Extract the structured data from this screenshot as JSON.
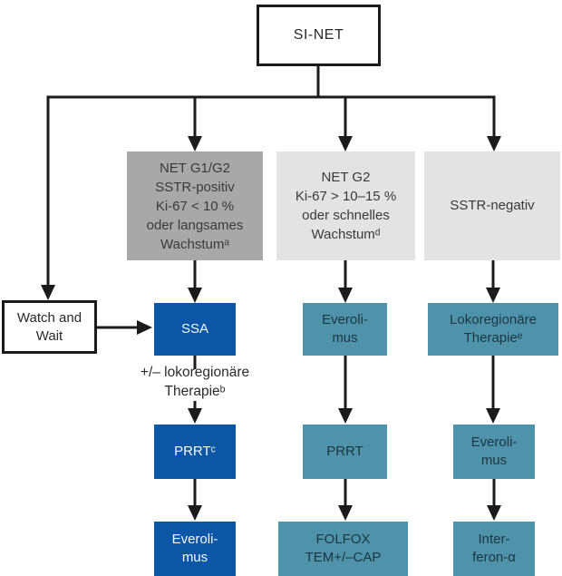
{
  "colors": {
    "blue": "#0b57a6",
    "teal": "#4e93a9",
    "gray_dark": "#a8a8a8",
    "gray_light": "#e3e3e3",
    "line": "#1b1b1b"
  },
  "root": {
    "label": "SI-NET"
  },
  "branches": {
    "watch_and_wait": {
      "label": "Watch and\nWait"
    },
    "col1": {
      "condition": "NET G1/G2\nSSTR-positiv\nKi-67 < 10 %\noder langsames\nWachstumᵃ",
      "step1": "SSA",
      "note": "+/– lokoregionäre\nTherapieᵇ",
      "step2": "PRRTᶜ",
      "step3": "Everoli-\nmus"
    },
    "col2": {
      "condition": "NET G2\nKi-67 > 10–15 %\noder schnelles\nWachstumᵈ",
      "step1": "Everoli-\nmus",
      "step2": "PRRT",
      "step3": "FOLFOX\nTEM+/–CAP"
    },
    "col3": {
      "condition": "SSTR-negativ",
      "step1": "Lokoregionäre\nTherapieᵉ",
      "step2": "Everoli-\nmus",
      "step3": "Inter-\nferon-α"
    }
  }
}
